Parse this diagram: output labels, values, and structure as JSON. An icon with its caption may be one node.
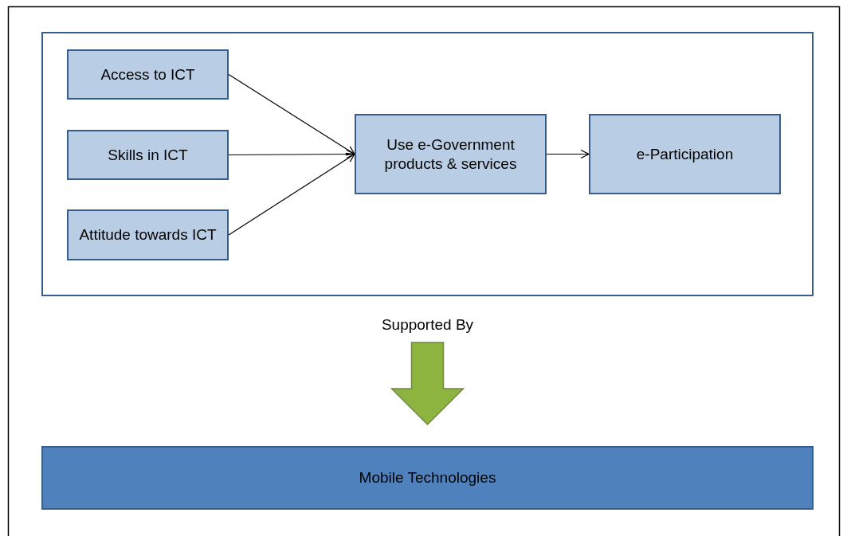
{
  "diagram": {
    "nodes": [
      {
        "text": [],
        "shape": "box"
      },
      {
        "text": [
          "Access to ICT"
        ],
        "in": 0
      },
      {
        "text": [
          "Skills in ICT"
        ],
        "in": 0
      },
      {
        "text": [
          "Attitude towards ICT"
        ],
        "in": 0
      },
      {
        "text": [
          "Use e-Government products & services"
        ],
        "in": 0
      },
      {
        "text": [
          "e-Participation"
        ],
        "in": 0
      },
      {
        "text": [
          "Mobile Technologies"
        ]
      }
    ],
    "edges": [
      {
        "from": 1,
        "to": 4,
        "arrow": "to"
      },
      {
        "from": 2,
        "to": 4,
        "arrow": "to"
      },
      {
        "from": 3,
        "to": 4,
        "arrow": "to"
      },
      {
        "from": 4,
        "to": 5,
        "arrow": "to"
      },
      {
        "from": 0,
        "to": 6,
        "arrow": "to",
        "label": "Supported By",
        "style": "thick",
        "color": "#8db43e"
      }
    ]
  }
}
